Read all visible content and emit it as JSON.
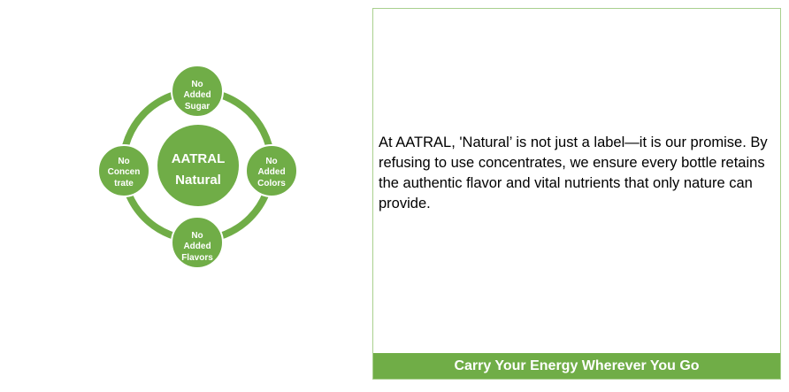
{
  "diagram": {
    "center": [
      "AATRAL",
      "Natural"
    ],
    "nodes": {
      "top": [
        "No",
        "Added",
        "Sugar"
      ],
      "right": [
        "No",
        "Added",
        "Colors"
      ],
      "bottom": [
        "No",
        "Added",
        "Flavors"
      ],
      "left": [
        "No",
        "Concen",
        "trate"
      ]
    },
    "color": "#70ad47"
  },
  "panel": {
    "body": "At AATRAL, 'Natural’ is not just a label—it is our promise. By refusing to use concentrates, we ensure every bottle retains the authentic flavor and vital nutrients that only nature can provide.",
    "banner": "Carry Your Energy Wherever You Go"
  }
}
